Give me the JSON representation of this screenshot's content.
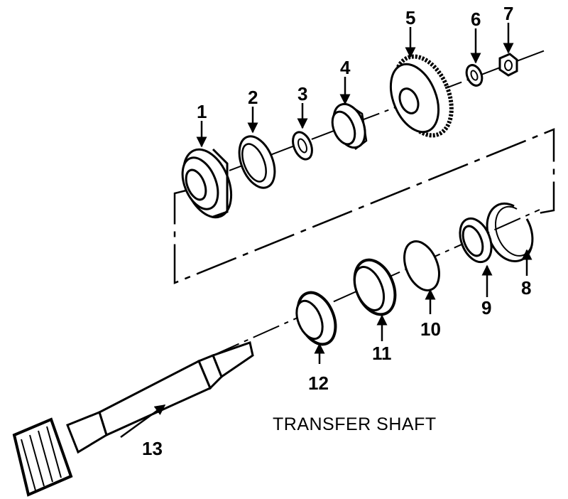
{
  "diagram": {
    "title": "TRANSFER SHAFT",
    "callouts": [
      "1",
      "2",
      "3",
      "4",
      "5",
      "6",
      "7",
      "8",
      "9",
      "10",
      "11",
      "12",
      "13"
    ]
  }
}
